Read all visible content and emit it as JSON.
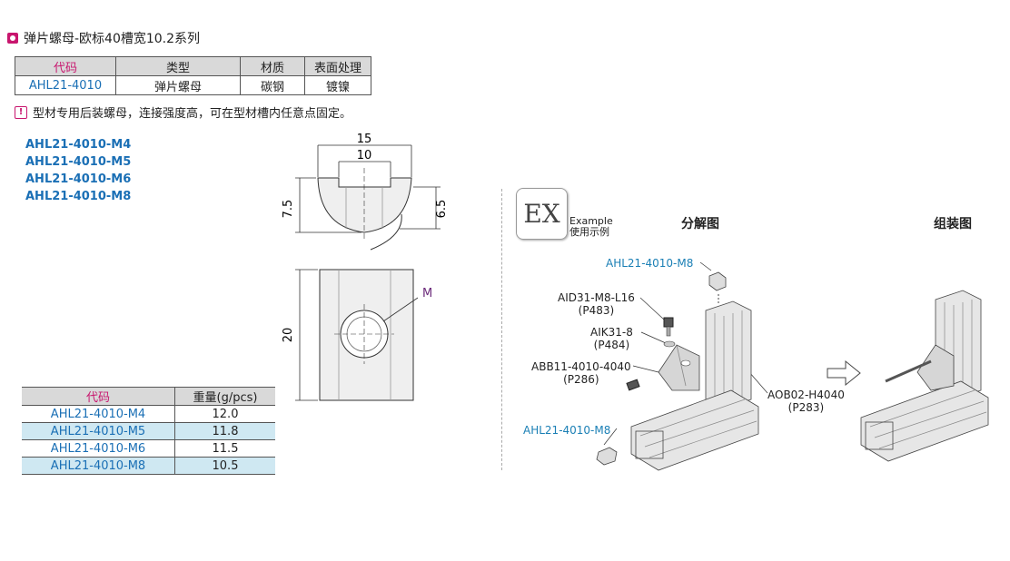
{
  "title": "弹片螺母-欧标40槽宽10.2系列",
  "spec_table": {
    "headers": [
      "代码",
      "类型",
      "材质",
      "表面处理"
    ],
    "row": [
      "AHL21-4010",
      "弹片螺母",
      "碳钢",
      "镀镍"
    ]
  },
  "note": "型材专用后装螺母，连接强度高，可在型材槽内任意点固定。",
  "models": [
    "AHL21-4010-M4",
    "AHL21-4010-M5",
    "AHL21-4010-M6",
    "AHL21-4010-M8"
  ],
  "drawing": {
    "dim_width_outer": "15",
    "dim_width_inner": "10",
    "dim_height_left": "7.5",
    "dim_height_right": "6.5",
    "dim_length": "20",
    "thread_label": "M"
  },
  "weight_table": {
    "headers": [
      "代码",
      "重量(g/pcs)"
    ],
    "rows": [
      [
        "AHL21-4010-M4",
        "12.0"
      ],
      [
        "AHL21-4010-M5",
        "11.8"
      ],
      [
        "AHL21-4010-M6",
        "11.5"
      ],
      [
        "AHL21-4010-M8",
        "10.5"
      ]
    ]
  },
  "example": {
    "badge": "EX",
    "label_en": "Example",
    "label_cn": "使用示例",
    "exploded_title": "分解图",
    "assembled_title": "组装图",
    "callouts": {
      "m8_top": "AHL21-4010-M8",
      "aid31": "AID31-M8-L16",
      "aid31_page": "(P483)",
      "aik31": "AIK31-8",
      "aik31_page": "(P484)",
      "abb11": "ABB11-4010-4040",
      "abb11_page": "(P286)",
      "aob02": "AOB02-H4040",
      "aob02_page": "(P283)",
      "m8_bottom": "AHL21-4010-M8"
    }
  },
  "colors": {
    "accent": "#c8166e",
    "blue_text": "#1a6fb5",
    "header_bg": "#d9d9d9",
    "alt_row": "#cfe8f2"
  }
}
